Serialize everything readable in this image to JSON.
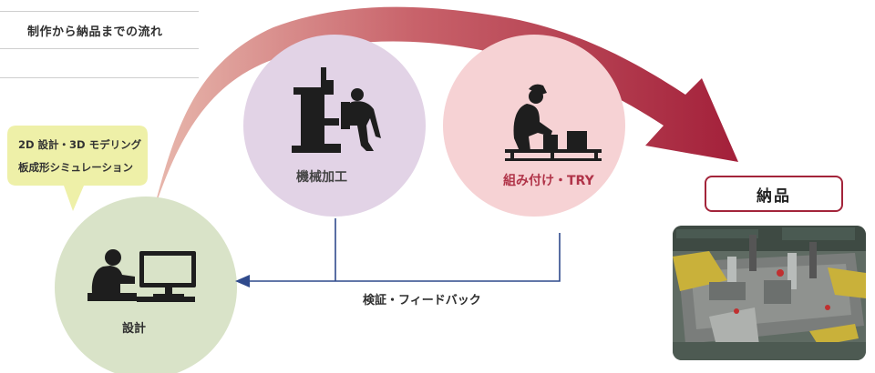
{
  "header": {
    "title": "制作から納品までの流れ"
  },
  "design_bubble": {
    "line1": "2D 設計・3D モデリング",
    "line2": "板成形シミュレーション"
  },
  "steps": {
    "design": "設計",
    "machining": "機械加工",
    "assembly": "組み付け・TRY",
    "delivery": "納品"
  },
  "feedback": {
    "label": "検証・フィードバック"
  },
  "colors": {
    "design_circle": "#d9e3c8",
    "machining_circle": "#e2d3e6",
    "assembly_circle": "#f6d2d4",
    "arrow_start": "#e2aaa0",
    "arrow_end": "#a3203a",
    "feedback_line": "#2f4a8c",
    "bubble_fill": "#eef0a8",
    "delivery_border": "#a3243a"
  }
}
